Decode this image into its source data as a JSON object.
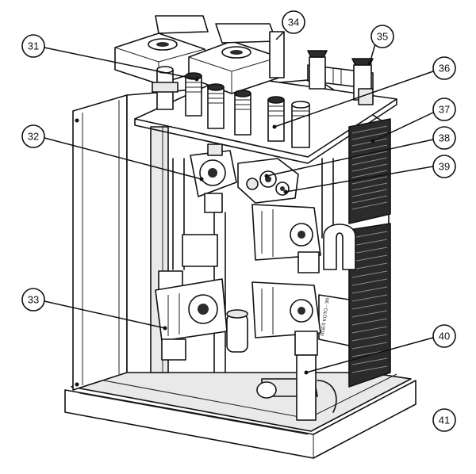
{
  "callouts": [
    {
      "id": "c31",
      "label": "31"
    },
    {
      "id": "c32",
      "label": "32"
    },
    {
      "id": "c33",
      "label": "33"
    },
    {
      "id": "c34",
      "label": "34"
    },
    {
      "id": "c35",
      "label": "35"
    },
    {
      "id": "c36",
      "label": "36"
    },
    {
      "id": "c37",
      "label": "37"
    },
    {
      "id": "c38",
      "label": "38"
    },
    {
      "id": "c39",
      "label": "39"
    },
    {
      "id": "c40",
      "label": "40"
    },
    {
      "id": "c41",
      "label": "41"
    }
  ],
  "plate_text": "NOES KOTO - 3N"
}
